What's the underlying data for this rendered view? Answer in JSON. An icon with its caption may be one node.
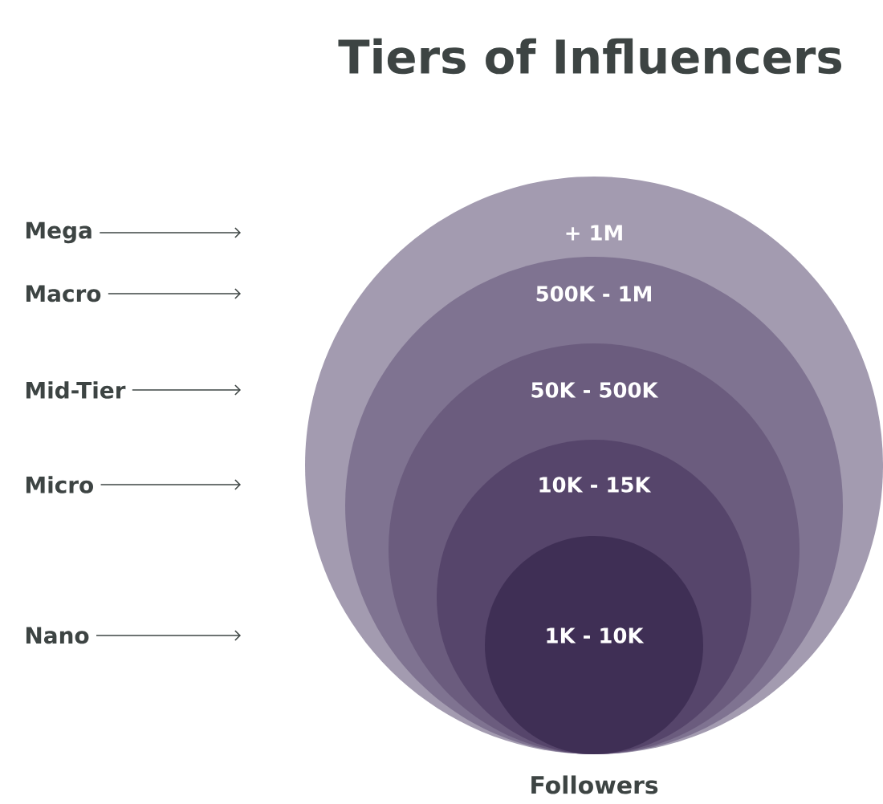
{
  "diagram": {
    "title": "Tiers of Influencers",
    "nodes": [
      {
        "text": [
          "+ 1M"
        ]
      },
      {
        "text": [
          "500K - 1M"
        ],
        "in": 0
      },
      {
        "text": [
          "50K - 500K"
        ],
        "in": 1
      },
      {
        "text": [
          "10K - 15K"
        ],
        "in": 2
      },
      {
        "text": [
          "1K - 10K"
        ],
        "in": 3
      },
      {
        "text": [
          "Mega"
        ]
      },
      {
        "text": [
          "Macro"
        ]
      },
      {
        "text": [
          "Mid-Tier"
        ]
      },
      {
        "text": [
          "Micro"
        ]
      },
      {
        "text": [
          "Nano"
        ]
      }
    ],
    "edges": [
      {
        "from": 5,
        "to": null,
        "arrow": "to"
      },
      {
        "from": 6,
        "to": null,
        "arrow": "to"
      },
      {
        "from": 7,
        "to": null,
        "arrow": "to"
      },
      {
        "from": 8,
        "to": null,
        "arrow": "to"
      },
      {
        "from": 9,
        "to": null,
        "arrow": "to"
      }
    ],
    "labels": [
      "Followers"
    ]
  }
}
